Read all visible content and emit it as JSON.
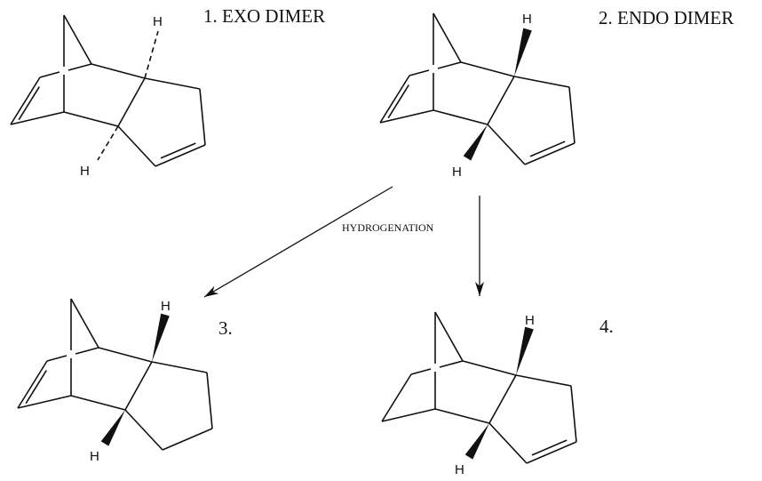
{
  "structures": [
    {
      "id": 1,
      "label": "1. EXO DIMER",
      "h_label": "H",
      "stereo": "dashed",
      "right_ring_double_bond": true,
      "left_ring_double_bond": true
    },
    {
      "id": 2,
      "label": "2. ENDO DIMER",
      "h_label": "H",
      "stereo": "wedge",
      "right_ring_double_bond": true,
      "left_ring_double_bond": true
    },
    {
      "id": 3,
      "label": "3.",
      "h_label": "H",
      "stereo": "wedge",
      "right_ring_double_bond": false,
      "left_ring_double_bond": true
    },
    {
      "id": 4,
      "label": "4.",
      "h_label": "H",
      "stereo": "wedge",
      "right_ring_double_bond": true,
      "left_ring_double_bond": false
    }
  ],
  "reaction": {
    "label": "HYDROGENATION"
  },
  "colors": {
    "ink": "#111111"
  }
}
